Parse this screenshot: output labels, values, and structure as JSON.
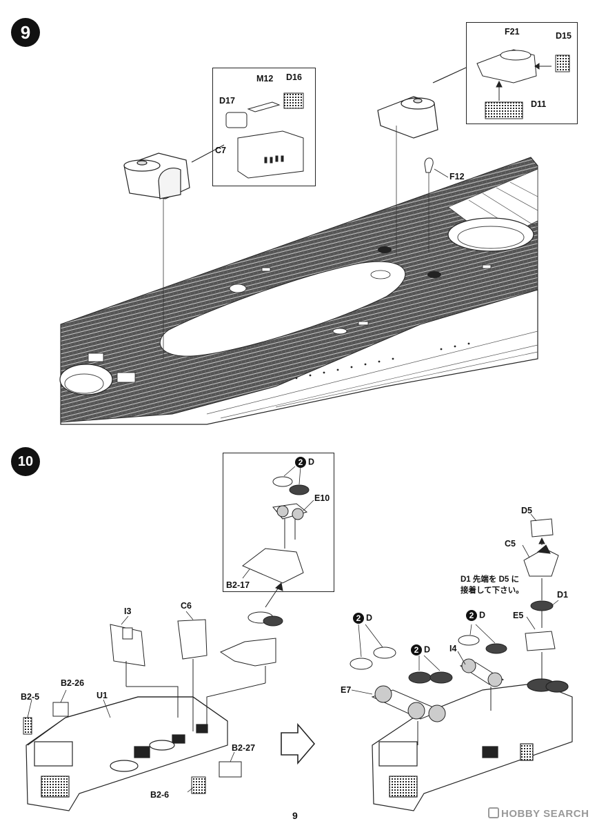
{
  "steps": {
    "step9": "9",
    "step10": "10"
  },
  "step9_labels": {
    "m12": "M12",
    "d16": "D16",
    "d17": "D17",
    "c7": "C7",
    "f21": "F21",
    "d15": "D15",
    "d11": "D11",
    "f12": "F12"
  },
  "step10_labels": {
    "detail_qty": "2",
    "detail_part": "D",
    "e10": "E10",
    "b2_17": "B2-17",
    "i3": "I3",
    "c6": "C6",
    "b2_26": "B2-26",
    "u1": "U1",
    "b2_5": "B2-5",
    "b2_27": "B2-27",
    "b2_6": "B2-6",
    "d5": "D5",
    "c5": "C5",
    "d1": "D1",
    "e5": "E5",
    "i4": "I4",
    "e7": "E7",
    "qty_a": "2",
    "part_a": "D",
    "qty_b": "2",
    "part_b": "D",
    "qty_c": "2",
    "part_c": "D"
  },
  "note": {
    "line1": "D1 先端を D5 に",
    "line2": "接着して下さい。"
  },
  "footer": {
    "page_number": "9",
    "watermark": "HOBBY SEARCH"
  }
}
